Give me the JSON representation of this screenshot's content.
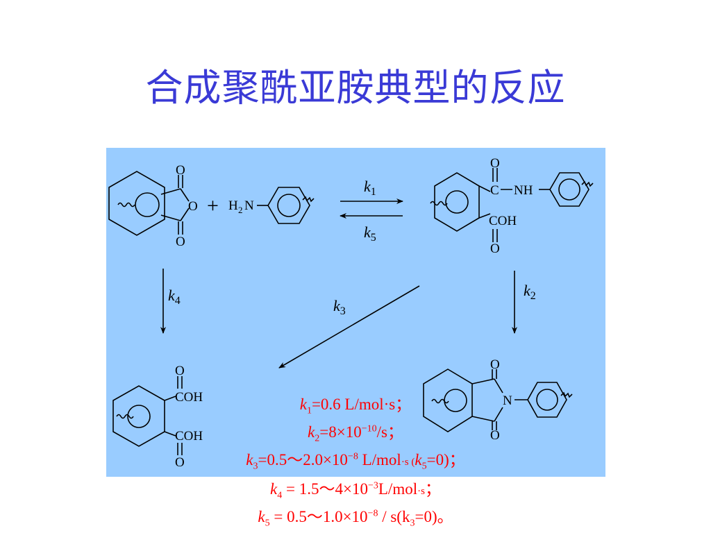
{
  "title": "合成聚酰亚胺典型的反应",
  "labels": {
    "o": "O",
    "plus": "+",
    "h": "H",
    "two": "2",
    "n": "N",
    "c": "C",
    "nh": "NH",
    "coh": "COH",
    "k": "k",
    "k1_index": "1",
    "k2_index": "2",
    "k3_index": "3",
    "k4_index": "4",
    "k5_index": "5"
  },
  "rates": {
    "r1": {
      "k": "k",
      "idx": "1",
      "text": "=0.6 L/mol·s；"
    },
    "r2": {
      "k": "k",
      "idx": "2",
      "a": "=8×10",
      "exp": "−10",
      "b": "/s；"
    },
    "r3": {
      "k": "k",
      "idx": "3",
      "a": "=0.5～2.0×10",
      "exp": "−8",
      "b": " L/mol",
      "small": "·s (",
      "k2": "k",
      "idx2": "5",
      "c": "=0)；"
    },
    "r4": {
      "k": "k",
      "idx": "4",
      "a": " = 1.5～4×10",
      "exp": "−3",
      "b": "L/mol",
      "small": "·s",
      "c": "；"
    },
    "r5": {
      "k": "k",
      "idx": "5",
      "a": " = 0.5～1.0×10",
      "exp": "−8",
      "b": " / s(k",
      "idx2": "3",
      "c": "=0)。"
    }
  },
  "colors": {
    "title": "#3a3ad6",
    "panel": "#99ccff",
    "rates": "#ff0000"
  }
}
